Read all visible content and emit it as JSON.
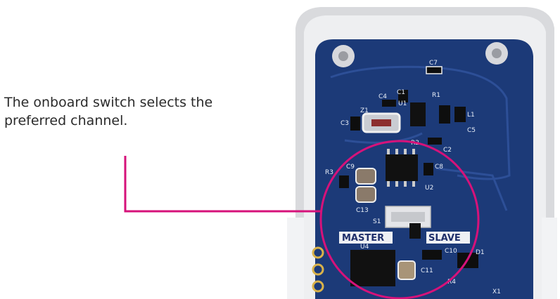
{
  "caption": "The onboard switch selects the\npreferred channel.",
  "board": {
    "switch_left_label": "MASTER",
    "switch_right_label": "SLAVE",
    "silkscreen": [
      "C7",
      "C4",
      "Z1",
      "C3",
      "C1",
      "U1",
      "R1",
      "L1",
      "C5",
      "R2",
      "C2",
      "C9",
      "C8",
      "R3",
      "U2",
      "C13",
      "S1",
      "U4",
      "C10",
      "D1",
      "C11",
      "R4",
      "X1"
    ]
  },
  "colors": {
    "highlight": "#d6127a",
    "pcb": "#1c3a78",
    "enclosure": "#e3e4e7"
  }
}
